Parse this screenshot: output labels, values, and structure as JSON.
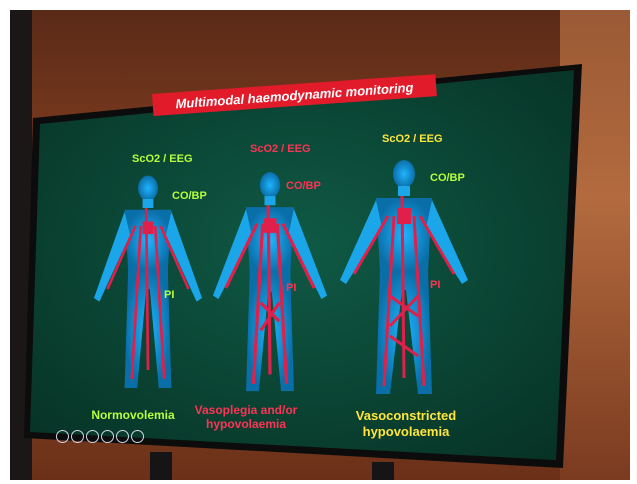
{
  "slide": {
    "title": "Multimodal haemodynamic monitoring",
    "figures": [
      {
        "top_label": "ScO2 / EEG",
        "side_label": "CO/BP",
        "pi_label": "PI",
        "caption_line1": "Normovolemia",
        "caption_line2": ""
      },
      {
        "top_label": "ScO2 / EEG",
        "side_label": "CO/BP",
        "pi_label": "PI",
        "caption_line1": "Vasoplegia and/or",
        "caption_line2": "hypovolaemia"
      },
      {
        "top_label": "ScO2 / EEG",
        "side_label": "CO/BP",
        "pi_label": "PI",
        "caption_line1": "Vasoconstricted",
        "caption_line2": "hypovolaemia"
      }
    ]
  },
  "colors": {
    "screen": "#0c4a3a",
    "title_bar": "#e21b2a",
    "body_blue": "#1aa6e8",
    "vessel_red": "#e0204a",
    "label_green": "#b6ff3a",
    "label_red": "#ff3355",
    "label_yellow": "#ffe63a"
  },
  "icons": [
    "nav-icon",
    "nav-icon",
    "nav-icon",
    "nav-icon",
    "nav-icon",
    "nav-icon"
  ]
}
